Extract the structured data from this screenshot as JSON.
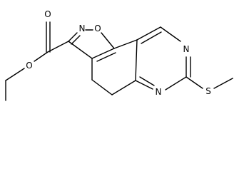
{
  "molecule": {
    "atom_labels": {
      "o_carbonyl": "O",
      "o_ester": "O",
      "n_isoxazole": "N",
      "o_isoxazole": "O",
      "n_pyrimidine_top": "N",
      "n_pyrimidine_bottom": "N",
      "s_methylthio": "S"
    }
  }
}
